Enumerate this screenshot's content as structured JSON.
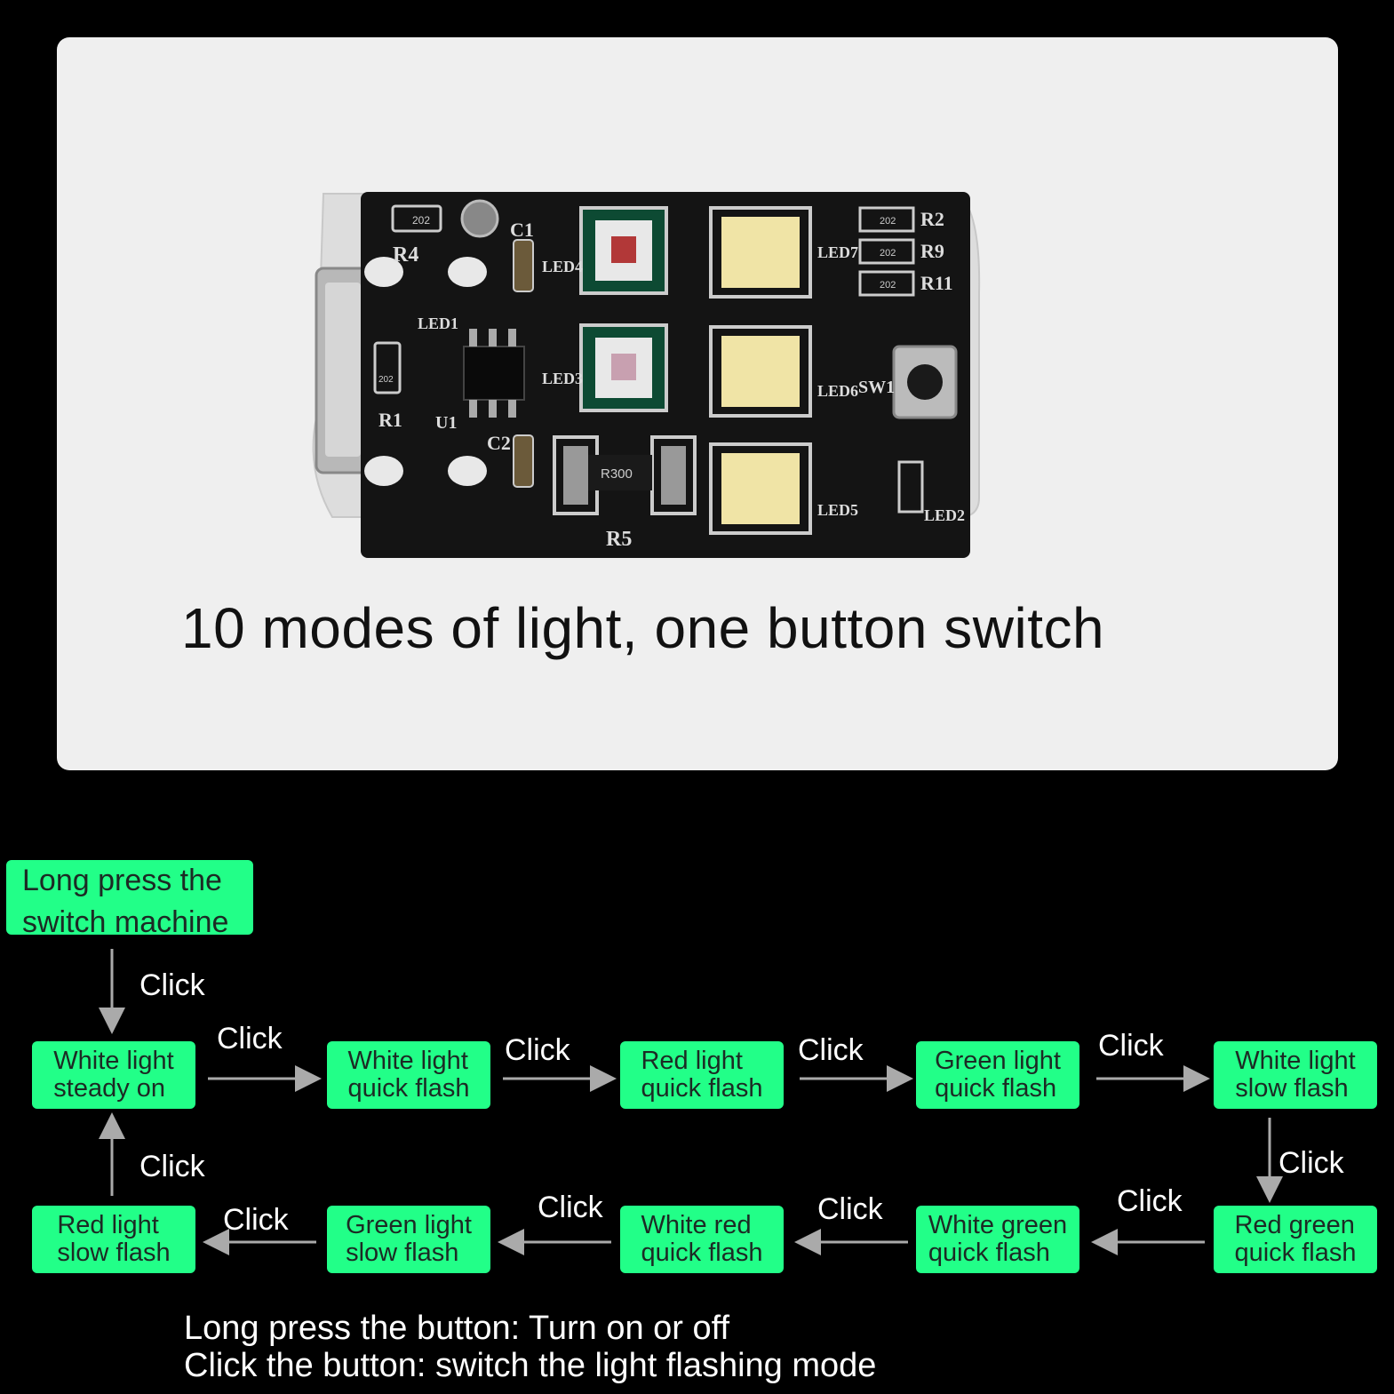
{
  "pcb": {
    "labels": {
      "r4": "R4",
      "r1": "R1",
      "r5": "R5",
      "r300": "R300",
      "r2": "R2",
      "r9": "R9",
      "r11": "R11",
      "c1": "C1",
      "c2": "C2",
      "u1": "U1",
      "sw1": "SW1",
      "led1": "LED1",
      "led2": "LED2",
      "led3": "LED3",
      "led4": "LED4",
      "led5": "LED5",
      "led6": "LED6",
      "led7": "LED7",
      "res_a": "202",
      "res_b": "202",
      "res_c": "202",
      "res_d": "202",
      "res_e": "202"
    }
  },
  "caption": "10 modes of light, one button switch",
  "start_box": "Long press the\nswitch machine",
  "modes": {
    "m1": "White light\nsteady on",
    "m2": "White light\nquick flash",
    "m3": "Red light\nquick flash",
    "m4": "Green light\nquick flash",
    "m5": "White light\nslow flash",
    "m6": "Red green\nquick flash",
    "m7": "White green\nquick flash",
    "m8": "White red\nquick flash",
    "m9": "Green light\nslow flash",
    "m10": "Red light\nslow flash"
  },
  "click_label": "Click",
  "instructions": {
    "line1": "Long press the button: Turn on or off",
    "line2": "Click the button: switch the light flashing mode"
  },
  "colors": {
    "panel": "#efefef",
    "box": "#22ff88",
    "pcb": "#141414",
    "background": "#000000"
  }
}
